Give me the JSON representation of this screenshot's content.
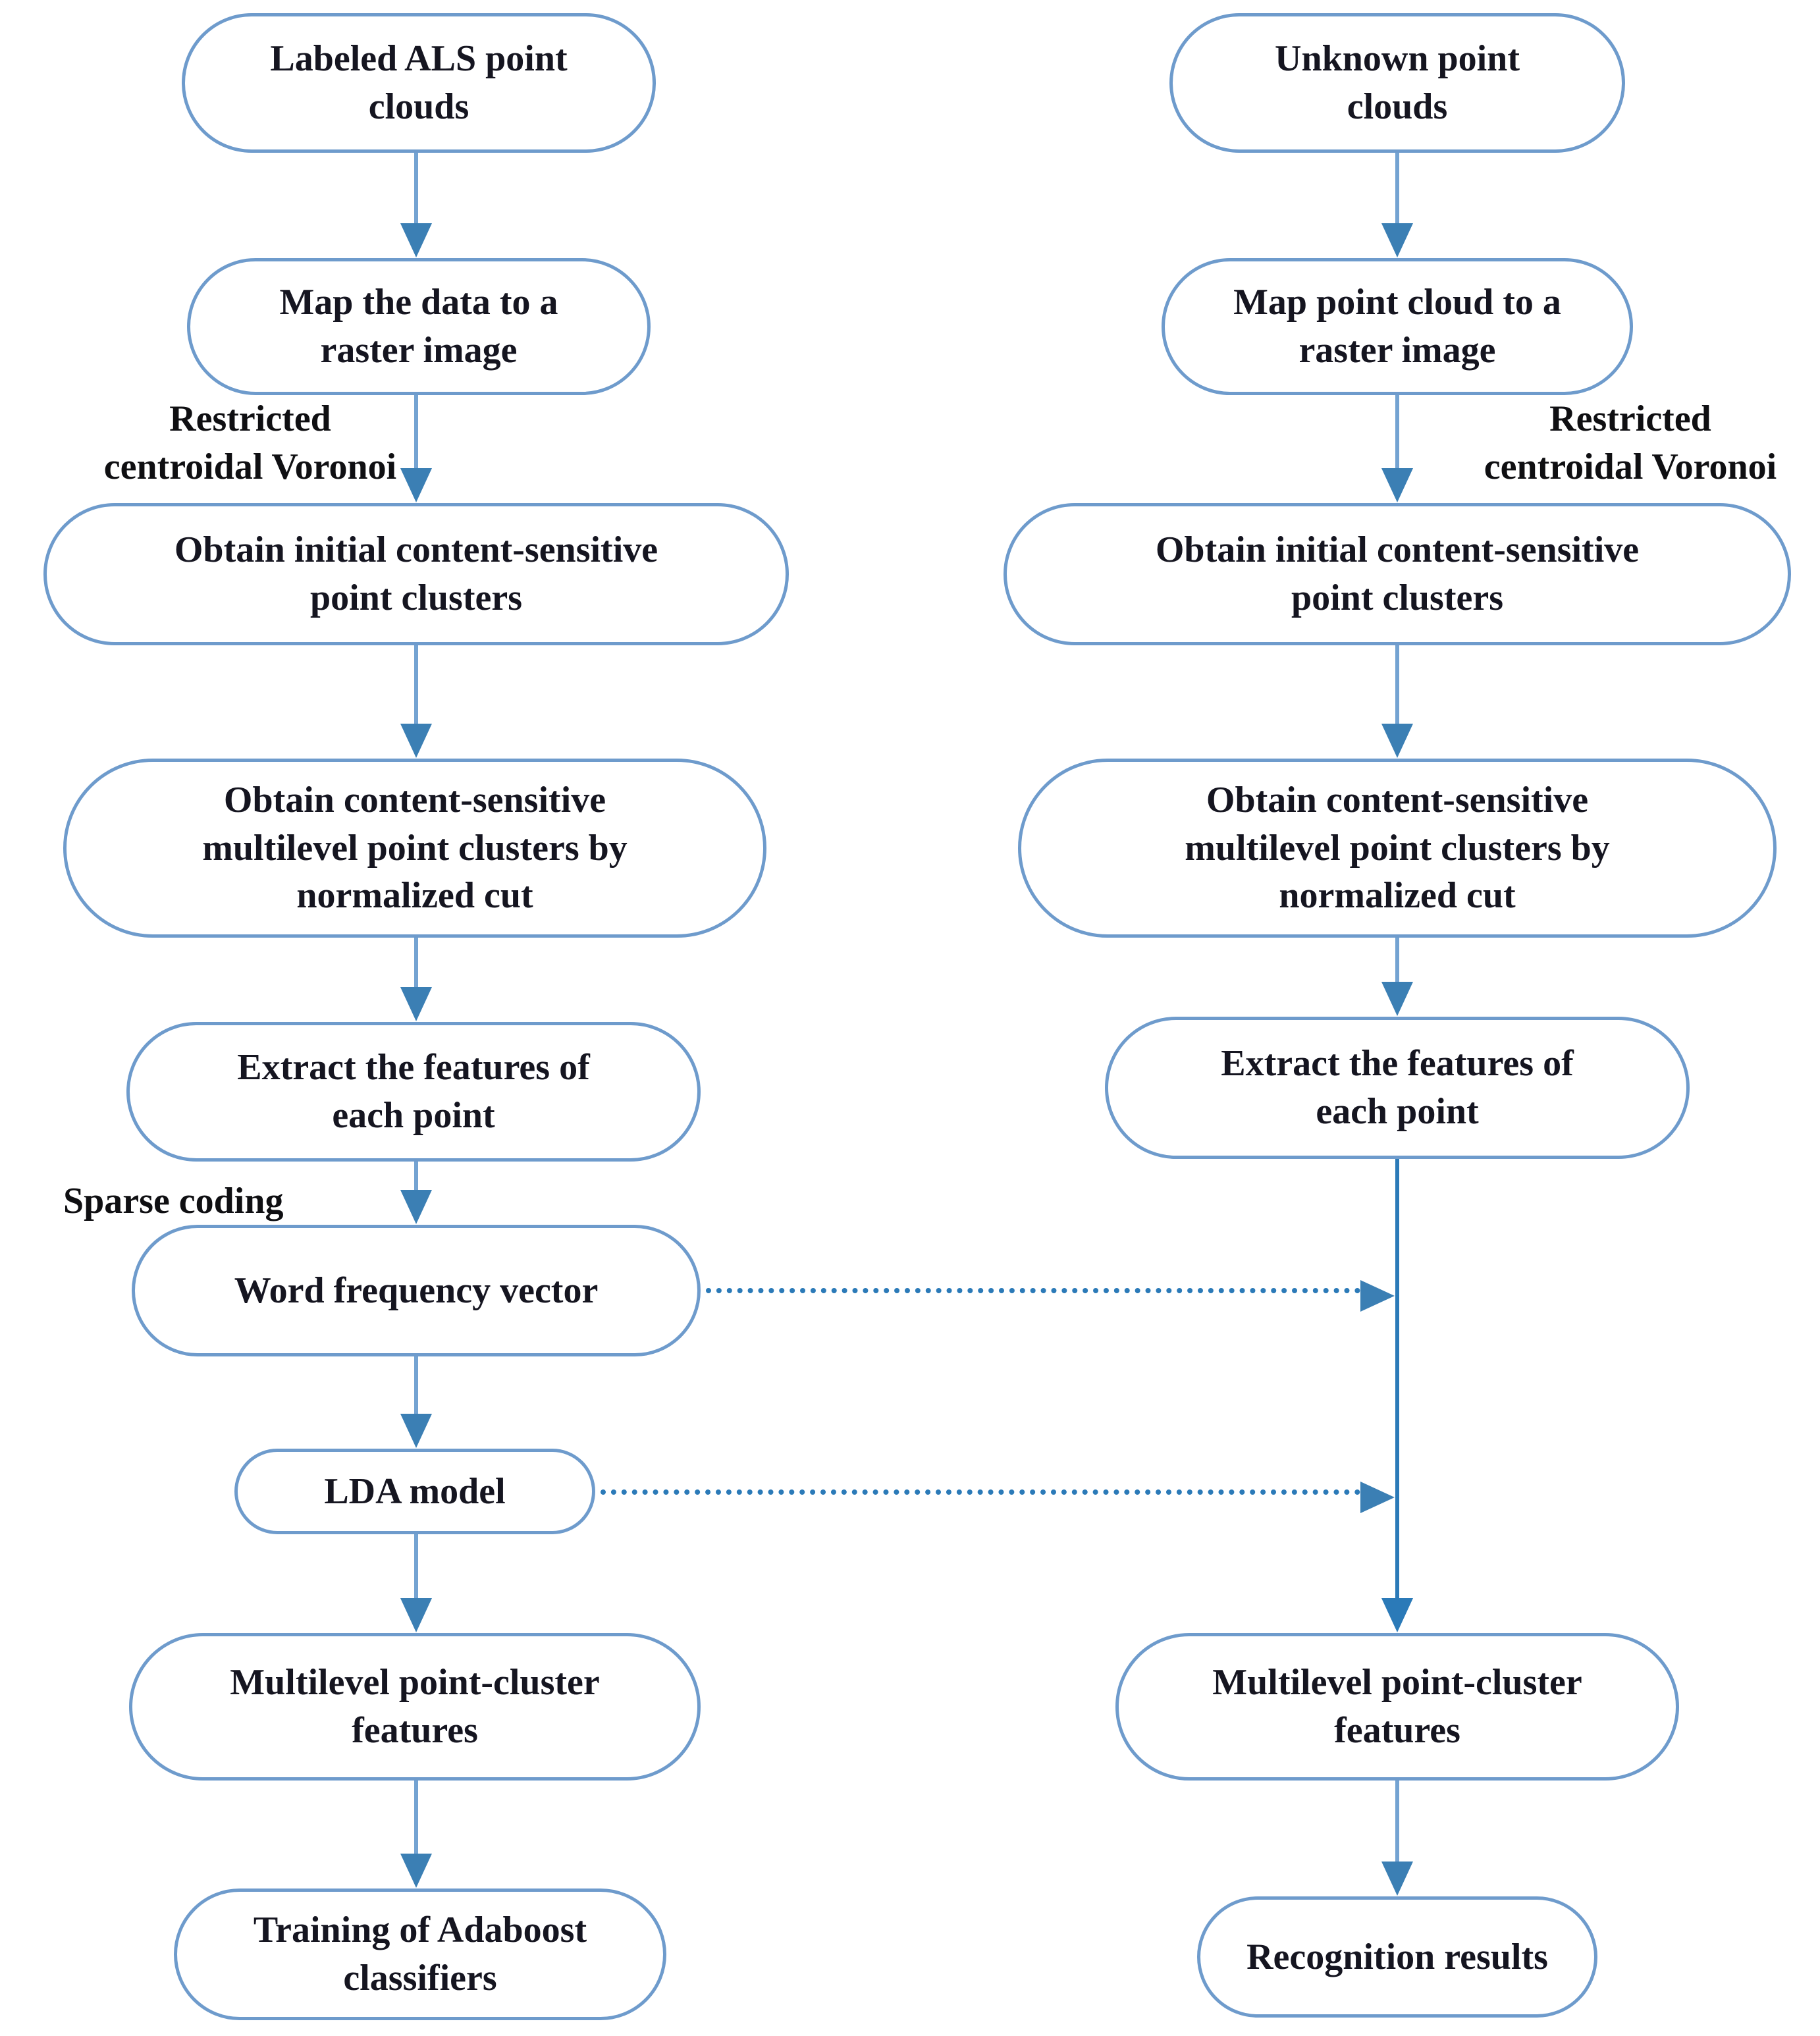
{
  "figure": {
    "type": "flowchart",
    "left_pipeline": {
      "nodes": [
        {
          "label": "Labeled ALS point\nclouds"
        },
        {
          "label": "Map the data to a\nraster image"
        },
        {
          "label": "Obtain initial content-sensitive\npoint clusters"
        },
        {
          "label": "Obtain content-sensitive\nmultilevel point clusters by\nnormalized cut"
        },
        {
          "label": "Extract the features of\neach point"
        },
        {
          "label": "Word frequency vector"
        },
        {
          "label": "LDA model"
        },
        {
          "label": "Multilevel point-cluster\nfeatures"
        },
        {
          "label": "Training of Adaboost\nclassifiers"
        }
      ],
      "annotations": [
        {
          "text": "Restricted\ncentroidal Voronoi"
        },
        {
          "text": "Sparse coding"
        }
      ]
    },
    "right_pipeline": {
      "nodes": [
        {
          "label": "Unknown point\nclouds"
        },
        {
          "label": "Map point cloud to a\nraster image"
        },
        {
          "label": "Obtain initial content-sensitive\npoint clusters"
        },
        {
          "label": "Obtain content-sensitive\nmultilevel point clusters by\nnormalized cut"
        },
        {
          "label": "Extract the features of\neach point"
        },
        {
          "label": "Multilevel point-cluster\nfeatures"
        },
        {
          "label": "Recognition results"
        }
      ],
      "annotations": [
        {
          "text": "Restricted\ncentroidal Voronoi"
        }
      ]
    },
    "colors": {
      "box_border": "#6e9bcc",
      "arrow_stem": "#74a3d2",
      "arrow_head": "#3b7fb4",
      "strong_line": "#2b7ab8",
      "node_text": "#151520",
      "annotation_text": "#0f0f12"
    }
  }
}
